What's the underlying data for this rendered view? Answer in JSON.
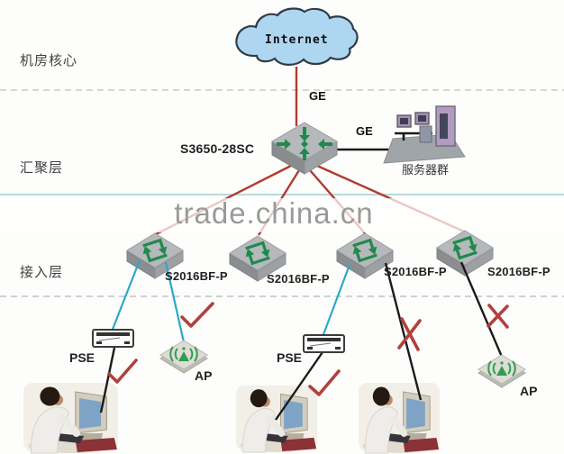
{
  "diagram": {
    "watermark": "trade.china.cn",
    "layer_labels": {
      "core": "机房核心",
      "aggregation": "汇聚层",
      "access": "接入层"
    },
    "nodes": {
      "internet": {
        "label": "Internet"
      },
      "core_switch": {
        "label": "S3650-28SC"
      },
      "server_group": {
        "label": "服务器群"
      },
      "access_switches": [
        {
          "label": "S2016BF-P"
        },
        {
          "label": "S2016BF-P"
        },
        {
          "label": "S2016BF-P"
        },
        {
          "label": "S2016BF-P"
        }
      ],
      "pse_units": [
        {
          "label": "PSE"
        },
        {
          "label": "PSE"
        }
      ],
      "access_points": [
        {
          "label": "AP"
        },
        {
          "label": "AP"
        }
      ]
    },
    "link_labels": {
      "internet_uplink": "GE",
      "server_link": "GE"
    },
    "colors": {
      "red_link": "#b03a2e",
      "cyan_link": "#2aa9c9",
      "black_link": "#1a1a1a",
      "switch_green": "#1f8a4d",
      "mark_red": "#b0413c",
      "cloud_fill": "#aed6f1",
      "watermark_gray": "#9a9a9a"
    }
  }
}
